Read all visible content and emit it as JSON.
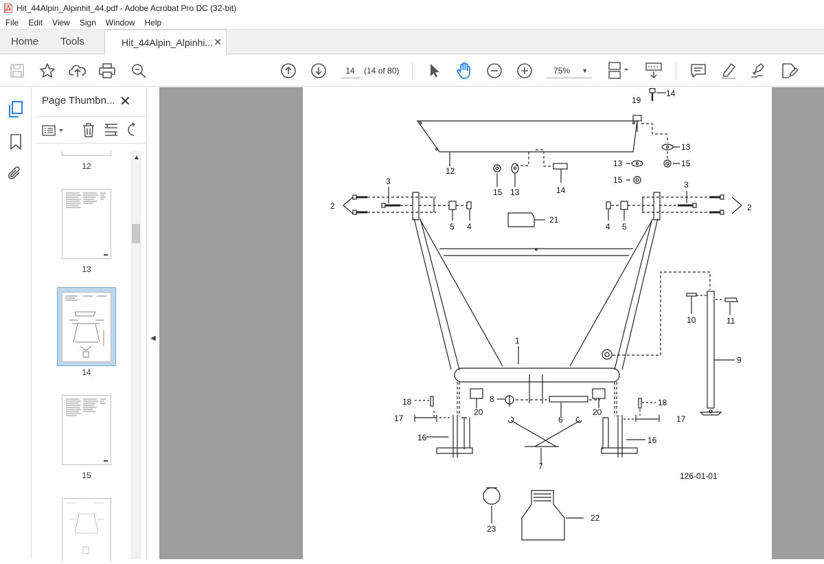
{
  "window": {
    "title": "Hit_44Alpin_Alpinhit_44.pdf - Adobe Acrobat Pro DC (32-bit)"
  },
  "menu": [
    "File",
    "Edit",
    "View",
    "Sign",
    "Window",
    "Help"
  ],
  "tabs": {
    "home": "Home",
    "tools": "Tools",
    "document": "Hit_44Alpin_Alpinhi..."
  },
  "toolbar": {
    "icons": [
      "save-icon",
      "bookmark-star-icon",
      "upload-icon",
      "print-icon",
      "zoom-search-icon",
      "page-up-icon",
      "page-down-icon",
      "select-cursor-icon",
      "hand-icon",
      "zoom-out-icon",
      "zoom-in-icon",
      "fit-page-icon",
      "scroll-mode-icon",
      "comment-icon",
      "highlight-icon",
      "sign-icon",
      "edit-icon"
    ],
    "page_number": "14",
    "page_count": "(14 of 80)",
    "zoom": "75%"
  },
  "sidebar": {
    "title": "Page Thumbn...",
    "thumbnails": [
      {
        "label": "12"
      },
      {
        "label": "13"
      },
      {
        "label": "14",
        "selected": true
      },
      {
        "label": "15"
      }
    ]
  },
  "diagram": {
    "labels": {
      "l14a": "14",
      "l19": "19",
      "l13a": "13",
      "l13b": "13",
      "l15a": "15",
      "l15b": "15",
      "l12": "12",
      "l15c": "15",
      "l13c": "13",
      "l14b": "14",
      "l3a": "3",
      "l3b": "3",
      "l2a": "2",
      "l2b": "2",
      "l5a": "5",
      "l4a": "4",
      "l4b": "4",
      "l5b": "5",
      "l21": "21",
      "l10": "10",
      "l11": "11",
      "l9": "9",
      "l1": "1",
      "l18a": "18",
      "l17a": "17",
      "l16a": "16",
      "l20a": "20",
      "l8": "8",
      "l6": "6",
      "l20b": "20",
      "l18b": "18",
      "l17b": "17",
      "l16b": "16",
      "l7": "7",
      "l23": "23",
      "l22": "22",
      "ref": "126-01-01"
    }
  },
  "colors": {
    "accent_blue": "#1473e6",
    "thumb_selected": "#bcd7ee",
    "doc_background": "#9d9d9d"
  }
}
